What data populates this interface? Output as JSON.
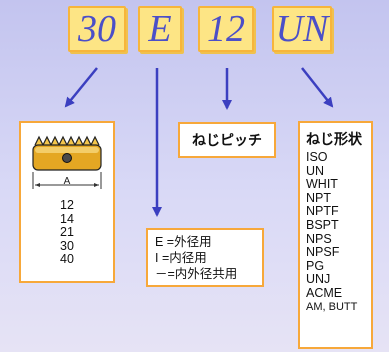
{
  "codes": {
    "size": "30",
    "type": "E",
    "pitch": "12",
    "thread": "UN"
  },
  "size_panel": {
    "dimension_label": "A",
    "sizes": [
      "12",
      "14",
      "21",
      "30",
      "40"
    ]
  },
  "type_panel": {
    "lines": [
      "E =外径用",
      "I =内径用",
      "－=内外径共用"
    ]
  },
  "pitch_panel": {
    "label": "ねじピッチ"
  },
  "thread_panel": {
    "title": "ねじ形状",
    "items": [
      "ISO",
      "UN",
      "WHIT",
      "NPT",
      "NPTF",
      "BSPT",
      "NPS",
      "NPSF",
      "PG",
      "UNJ",
      "ACME",
      "AM, BUTT"
    ]
  },
  "colors": {
    "arrow": "#3b3fc0",
    "code_text": "#4b4fc8",
    "code_bg": "#fde585",
    "panel_border": "#f7a83a",
    "insert_gold": "#e4a723"
  }
}
